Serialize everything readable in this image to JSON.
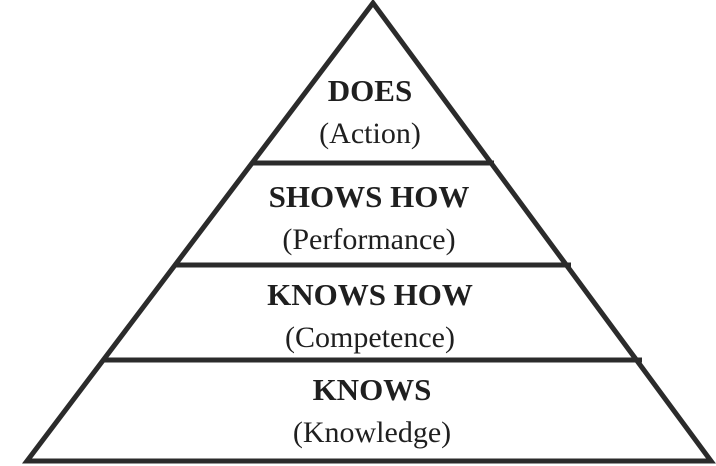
{
  "pyramid": {
    "levels": [
      {
        "title": "DOES",
        "subtitle": "(Action)"
      },
      {
        "title": "SHOWS HOW",
        "subtitle": "(Performance)"
      },
      {
        "title": "KNOWS HOW",
        "subtitle": "(Competence)"
      },
      {
        "title": "KNOWS",
        "subtitle": "(Knowledge)"
      }
    ]
  }
}
